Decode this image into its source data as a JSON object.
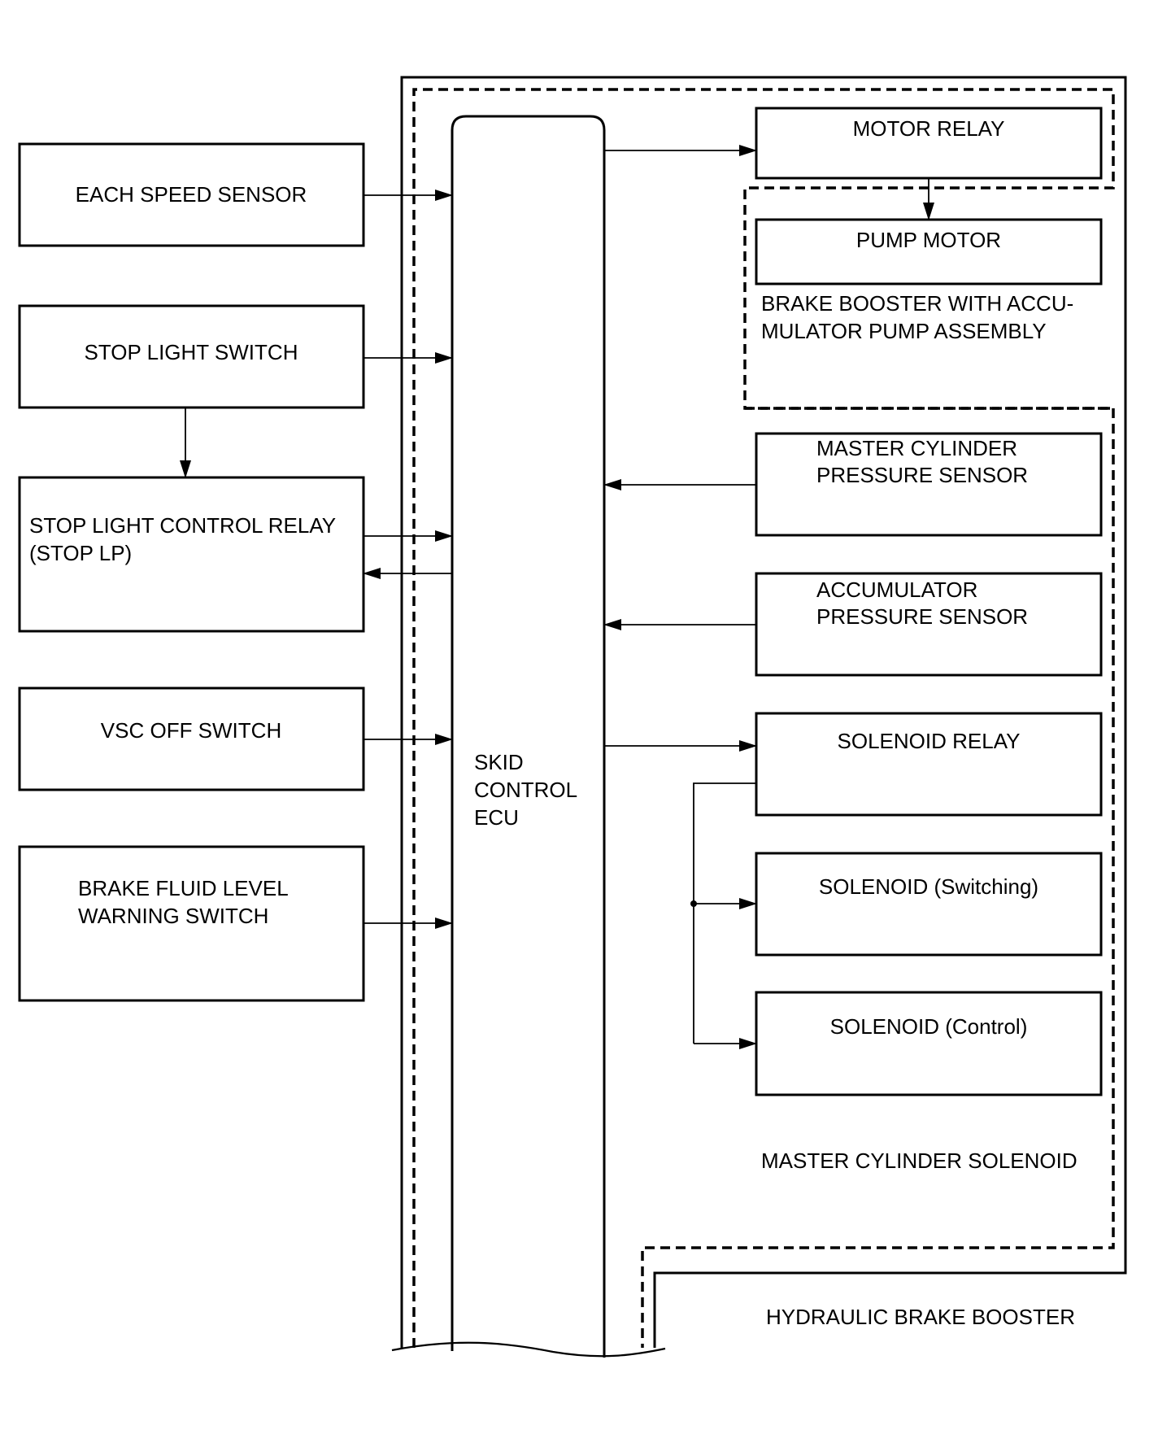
{
  "diagram": {
    "left_components": [
      {
        "id": "each-speed-sensor",
        "lines": [
          "EACH SPEED SENSOR"
        ]
      },
      {
        "id": "stop-light-switch",
        "lines": [
          "STOP LIGHT SWITCH"
        ]
      },
      {
        "id": "stop-light-control-relay",
        "lines": [
          "STOP LIGHT CONTROL RELAY",
          "(STOP LP)"
        ]
      },
      {
        "id": "vsc-off-switch",
        "lines": [
          "VSC OFF SWITCH"
        ]
      },
      {
        "id": "brake-fluid-level-warning-switch",
        "lines": [
          "BRAKE FLUID LEVEL",
          "WARNING SWITCH"
        ]
      }
    ],
    "ecu": {
      "lines": [
        "SKID",
        "CONTROL",
        "ECU"
      ]
    },
    "right_components": [
      {
        "id": "motor-relay",
        "lines": [
          "MOTOR RELAY"
        ]
      },
      {
        "id": "pump-motor",
        "lines": [
          "PUMP MOTOR"
        ]
      },
      {
        "id": "master-cylinder-pressure-sensor",
        "lines": [
          "MASTER CYLINDER",
          "PRESSURE SENSOR"
        ]
      },
      {
        "id": "accumulator-pressure-sensor",
        "lines": [
          "ACCUMULATOR",
          "PRESSURE SENSOR"
        ]
      },
      {
        "id": "solenoid-relay",
        "lines": [
          "SOLENOID RELAY"
        ]
      },
      {
        "id": "solenoid-switching",
        "lines": [
          "SOLENOID (Switching)"
        ]
      },
      {
        "id": "solenoid-control",
        "lines": [
          "SOLENOID (Control)"
        ]
      }
    ],
    "groups": {
      "brake_booster_accumulator": [
        "BRAKE BOOSTER WITH ACCU-",
        "MULATOR PUMP ASSEMBLY"
      ],
      "master_cylinder_solenoid": "MASTER CYLINDER SOLENOID",
      "hydraulic_brake_booster": "HYDRAULIC BRAKE BOOSTER"
    }
  }
}
